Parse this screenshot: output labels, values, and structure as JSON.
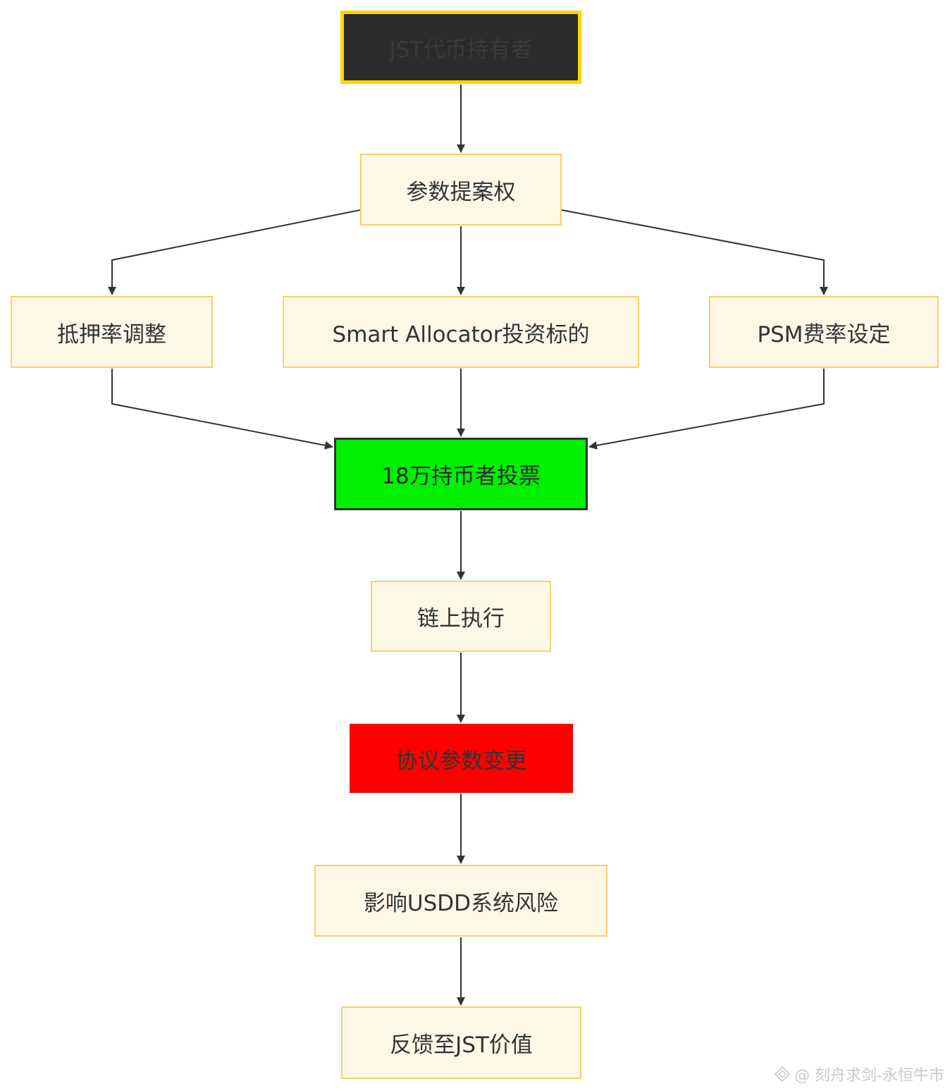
{
  "nodes": {
    "holder": "JST代币持有者",
    "proposal": "参数提案权",
    "collateral": "抵押率调整",
    "allocator": "Smart Allocator投资标的",
    "psm": "PSM费率设定",
    "vote": "18万持币者投票",
    "exec": "链上执行",
    "change": "协议参数变更",
    "risk": "影响USDD系统风险",
    "feedback": "反馈至JST价值"
  },
  "watermark": {
    "text": "@ 刻舟求剑-永恒牛市",
    "icon": "diamond-logo-icon"
  },
  "colors": {
    "node_fill": "#fff7e6",
    "node_border": "#f7d06b",
    "holder_fill": "#2b2b2b",
    "holder_border": "#ffd400",
    "vote_fill": "#00f000",
    "change_fill": "#ff0000",
    "edge": "#333333"
  }
}
